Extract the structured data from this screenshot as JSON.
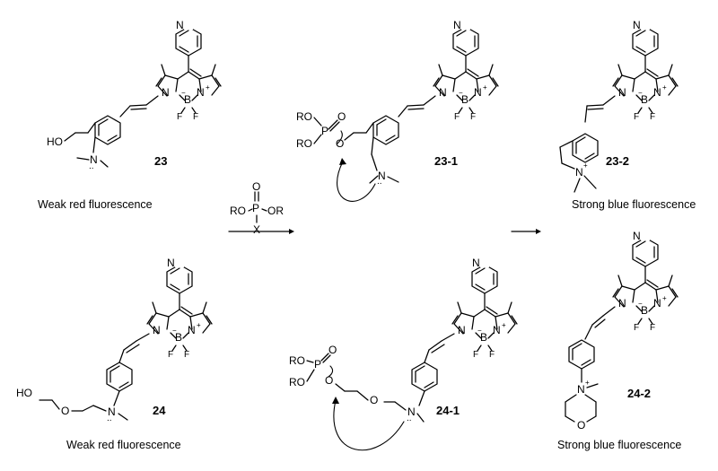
{
  "compounds": {
    "c23": {
      "id": "23",
      "caption": "Weak red fluorescence"
    },
    "c23_1": {
      "id": "23-1"
    },
    "c23_2": {
      "id": "23-2",
      "caption": "Strong blue fluorescence"
    },
    "c24": {
      "id": "24",
      "caption": "Weak red fluorescence"
    },
    "c24_1": {
      "id": "24-1"
    },
    "c24_2": {
      "id": "24-2",
      "caption": "Strong blue fluorescence"
    }
  },
  "reagent": {
    "o": "O",
    "p": "P",
    "ro_left": "RO",
    "or_right": "OR",
    "x": "X"
  },
  "atoms": {
    "N": "N",
    "B": "B",
    "F": "F",
    "O": "O",
    "P": "P",
    "RO": "RO",
    "HO": "HO",
    "plus": "+",
    "minus": "−",
    "lone_pair": ".."
  }
}
